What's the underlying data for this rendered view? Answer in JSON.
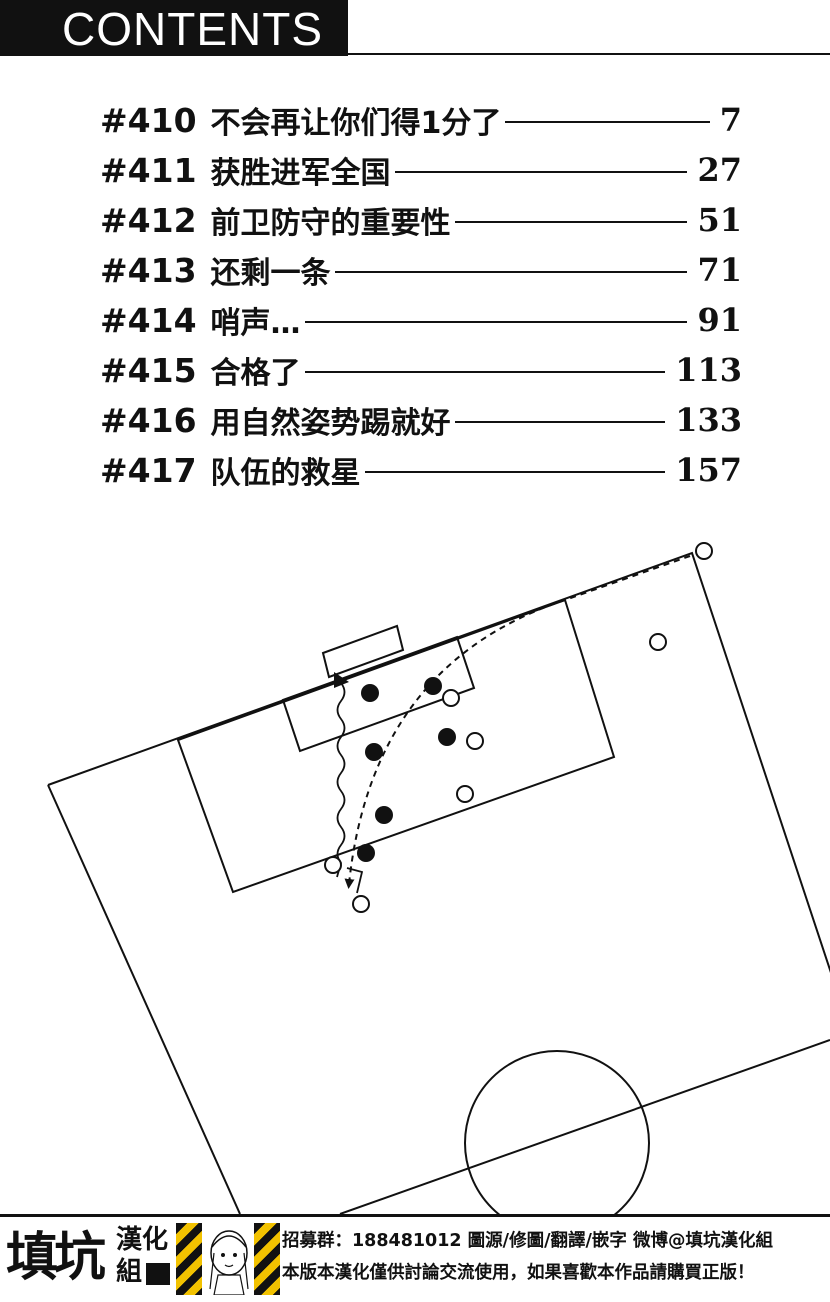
{
  "header": {
    "title": "CONTENTS"
  },
  "toc": [
    {
      "number": "#410",
      "title": "不会再让你们得1分了",
      "page": "7"
    },
    {
      "number": "#411",
      "title": "获胜进军全国",
      "page": "27"
    },
    {
      "number": "#412",
      "title": "前卫防守的重要性",
      "page": "51"
    },
    {
      "number": "#413",
      "title": "还剩一条",
      "page": "71"
    },
    {
      "number": "#414",
      "title": "哨声…",
      "page": "91"
    },
    {
      "number": "#415",
      "title": "合格了",
      "page": "113"
    },
    {
      "number": "#416",
      "title": "用自然姿势踢就好",
      "page": "133"
    },
    {
      "number": "#417",
      "title": "队伍的救星",
      "page": "157"
    }
  ],
  "footer": {
    "logo_main": "填坑",
    "logo_top": "漢化",
    "logo_bottom": "組",
    "line1": "招募群：188481012 圖源/修圖/翻譯/嵌字 微博@填坑漢化組",
    "line2": "本版本漢化僅供討論交流使用，如果喜歡本作品請購買正版！"
  },
  "colors": {
    "ink": "#111111",
    "paper": "#ffffff",
    "hazard": "#f2c200"
  }
}
